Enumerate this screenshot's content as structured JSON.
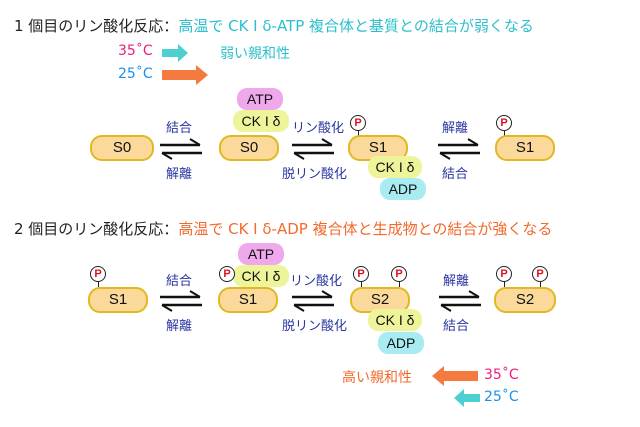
{
  "reaction1": {
    "heading_prefix": "1 個目のリン酸化反応：",
    "heading_highlight": "高温で CK I δ-ATP 複合体と基質との結合が弱くなる",
    "highlight_color": "#2cc0cc",
    "temp_high": "35˚C",
    "temp_low": "25˚C",
    "affinity_label": "弱い親和性",
    "arrow_high_color": "#4fd0d0",
    "arrow_low_color": "#f47a40",
    "states": [
      {
        "substrate": "S0"
      },
      {
        "substrate": "S0",
        "enzyme": "CK I δ",
        "cofactor": "ATP"
      },
      {
        "substrate": "S1",
        "enzyme": "CK I δ",
        "cofactor": "ADP",
        "phospho": "P"
      },
      {
        "substrate": "S1",
        "phospho": "P"
      }
    ],
    "steps": [
      {
        "forward": "結合",
        "reverse": "解離"
      },
      {
        "forward": "リン酸化",
        "reverse": "脱リン酸化"
      },
      {
        "forward": "解離",
        "reverse": "結合"
      }
    ]
  },
  "reaction2": {
    "heading_prefix": "2 個目のリン酸化反応：",
    "heading_highlight": "高温で CK I δ-ADP 複合体と生成物との結合が強くなる",
    "highlight_color": "#f26a2e",
    "temp_high": "35˚C",
    "temp_low": "25˚C",
    "affinity_label": "高い親和性",
    "arrow_high_color": "#f47a40",
    "arrow_low_color": "#4fd0d0",
    "states": [
      {
        "substrate": "S1",
        "phospho": "P"
      },
      {
        "substrate": "S1",
        "enzyme": "CK I δ",
        "cofactor": "ATP",
        "phospho": "P"
      },
      {
        "substrate": "S2",
        "enzyme": "CK I δ",
        "cofactor": "ADP",
        "phospho": [
          "P",
          "P"
        ]
      },
      {
        "substrate": "S2",
        "phospho": [
          "P",
          "P"
        ]
      }
    ],
    "steps": [
      {
        "forward": "結合",
        "reverse": "解離"
      },
      {
        "forward": "リン酸化",
        "reverse": "脱リン酸化"
      },
      {
        "forward": "解離",
        "reverse": "結合"
      }
    ]
  }
}
